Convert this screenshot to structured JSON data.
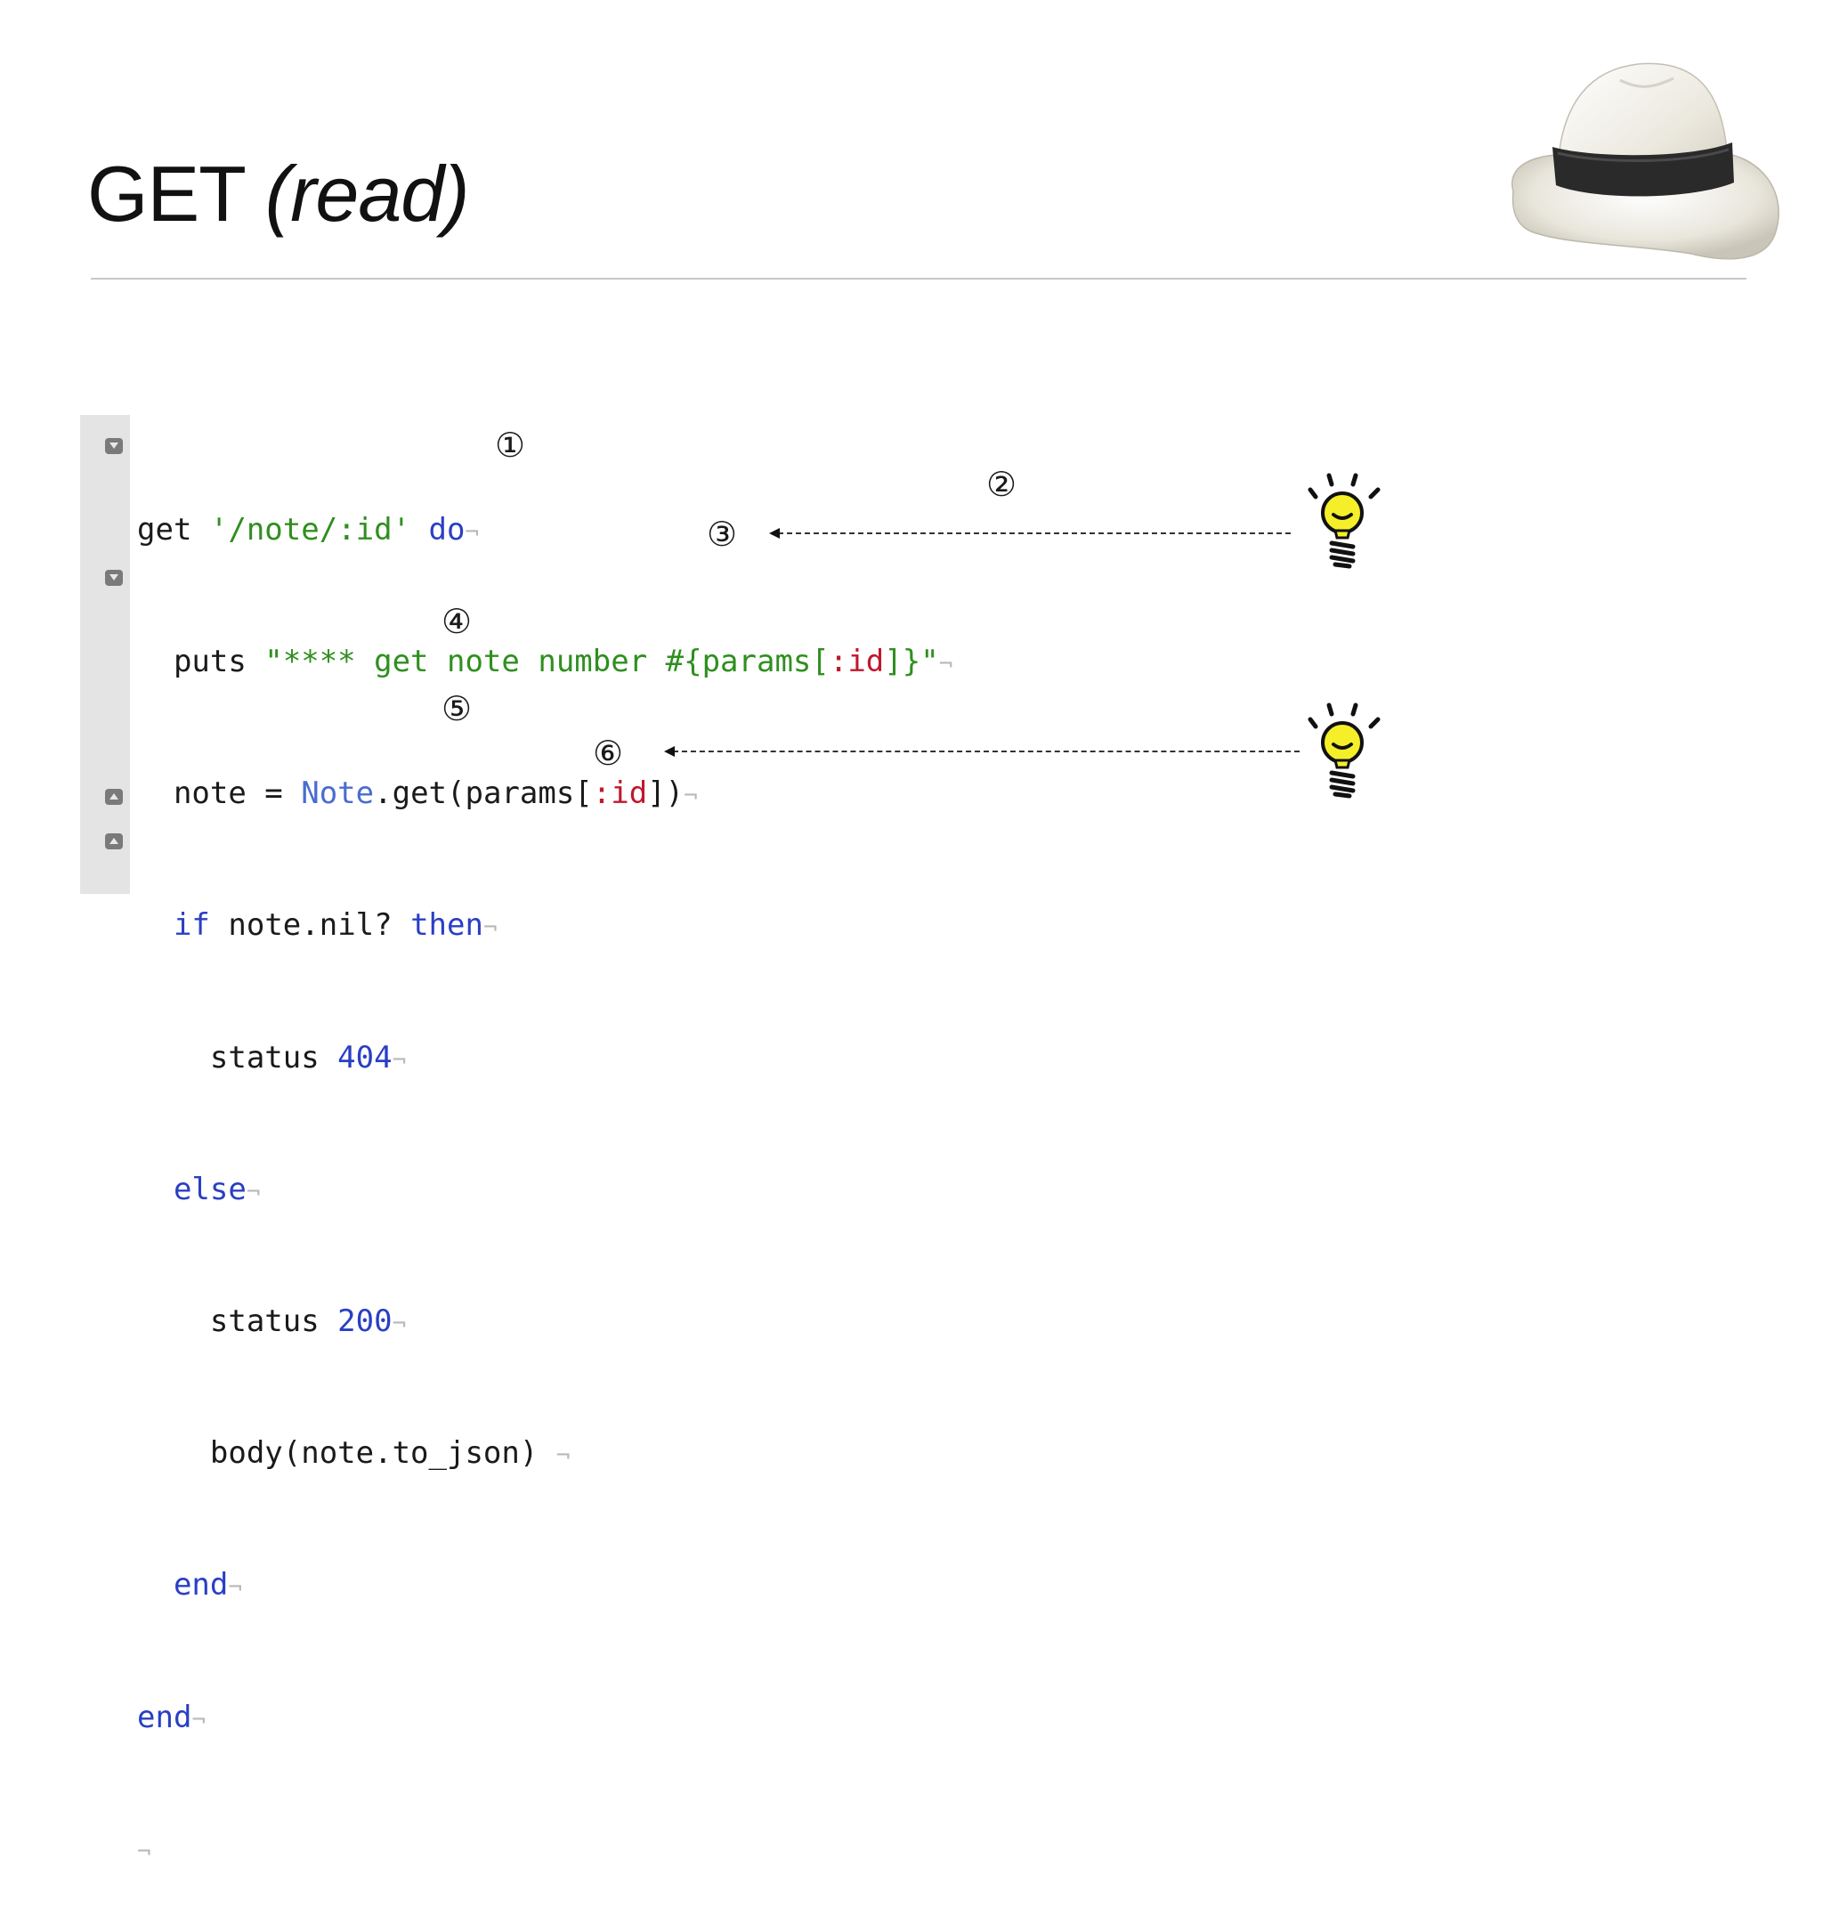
{
  "slide": {
    "title_main": "GET",
    "title_italic": "(read)"
  },
  "code": {
    "line1": {
      "a": "get ",
      "b": "'/note/:id'",
      "c": " ",
      "d": "do"
    },
    "line2": {
      "a": "  puts ",
      "b": "\"**** get note number #{params[",
      "c": ":id",
      "d": "]}\""
    },
    "line3": {
      "a": "  note = ",
      "b": "Note",
      "c": ".get(params[",
      "d": ":id",
      "e": "])"
    },
    "line4": {
      "a": "  ",
      "b": "if",
      "c": " note.nil? ",
      "d": "then"
    },
    "line5": {
      "a": "    status ",
      "b": "404"
    },
    "line6": {
      "a": "  ",
      "b": "else"
    },
    "line7": {
      "a": "    status ",
      "b": "200"
    },
    "line8": {
      "a": "    body(note.to_json) "
    },
    "line9": {
      "a": "  ",
      "b": "end"
    },
    "line10": {
      "a": "",
      "b": "end"
    },
    "pilcrow": "¬"
  },
  "markers": {
    "m1": "①",
    "m2": "②",
    "m3": "③",
    "m4": "④",
    "m5": "⑤",
    "m6": "⑥"
  },
  "icons": {
    "hat": "fedora-hat-icon",
    "bulb": "lightbulb-icon",
    "fold": "fold-toggle-icon"
  },
  "colors": {
    "keyword": "#2a3fc4",
    "string": "#2f8f1f",
    "symbol": "#c0182c",
    "bulb": "#f5ef2a"
  }
}
